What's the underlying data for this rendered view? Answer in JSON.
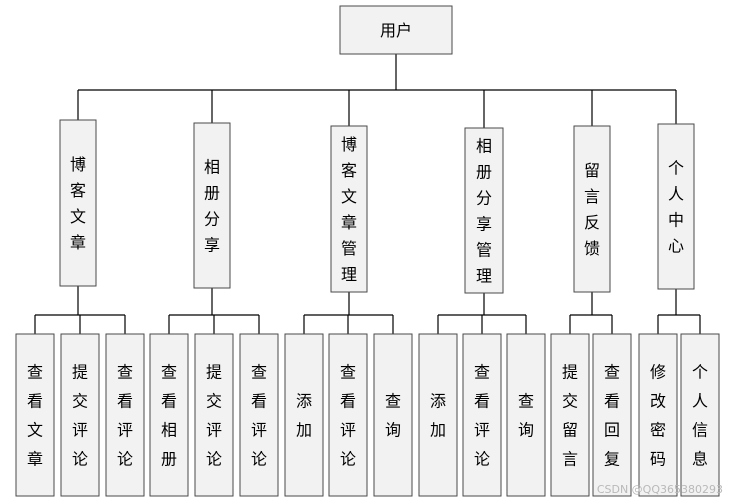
{
  "diagram": {
    "root": "用户",
    "modules": [
      {
        "label": "博客文章",
        "children": [
          "查看文章",
          "提交评论",
          "查看评论"
        ]
      },
      {
        "label": "相册分享",
        "children": [
          "查看相册",
          "提交评论",
          "查看评论"
        ]
      },
      {
        "label": "博客文章管理",
        "children": [
          "添加",
          "查看评论",
          "查询"
        ]
      },
      {
        "label": "相册分享管理",
        "children": [
          "添加",
          "查看评论",
          "查询"
        ]
      },
      {
        "label": "留言反馈",
        "children": [
          "提交留言",
          "查看回复"
        ]
      },
      {
        "label": "个人中心",
        "children": [
          "修改密码",
          "个人信息"
        ]
      }
    ]
  },
  "watermark": "CSDN @QQ365380293"
}
